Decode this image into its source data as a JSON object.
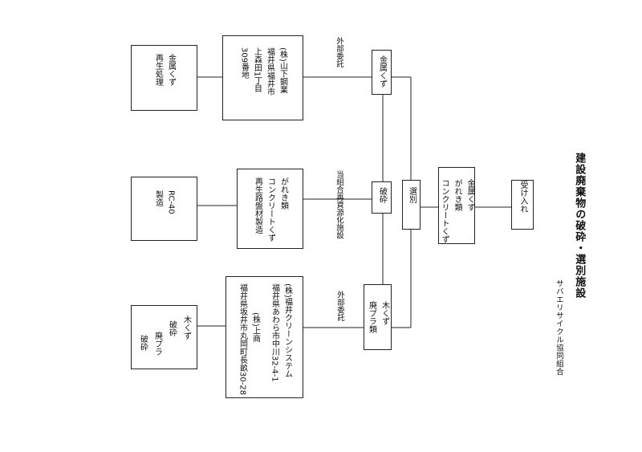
{
  "title": "建設廃棄物の破砕・選別施設",
  "organization": "サバエリサイクル協同組合",
  "steps": {
    "receive": "受け入れ",
    "waste_types": [
      "金属くず",
      "がれき類",
      "コンクリートくず"
    ],
    "sorting": "選別",
    "crushing": "破砕",
    "metal_node": "金属くず",
    "wood_node": [
      "木くず",
      "廃プラ類"
    ]
  },
  "routes": {
    "metal_label": "外部委託",
    "crush_label": "当組合再資源化施設",
    "wood_label": "外部委託"
  },
  "contractors": {
    "metal": [
      "(株)山下鋼業",
      "福井県福井市",
      "上森田1丁目",
      "309番地"
    ],
    "crush": [
      "がれき類",
      "コンクリートくず",
      "再生路盤材製造"
    ],
    "wood": [
      "(株)福井クリーンシステム",
      "福井県あわら市中川32-4-1",
      "",
      "(株)上商",
      "福井県坂井市丸岡町長畝30-28"
    ]
  },
  "outputs": {
    "metal": [
      "金属くず",
      "再生処理"
    ],
    "crush": [
      "RC-40",
      "製造"
    ],
    "wood": [
      "木くず",
      "破砕",
      "廃プラ",
      "破砕"
    ]
  }
}
